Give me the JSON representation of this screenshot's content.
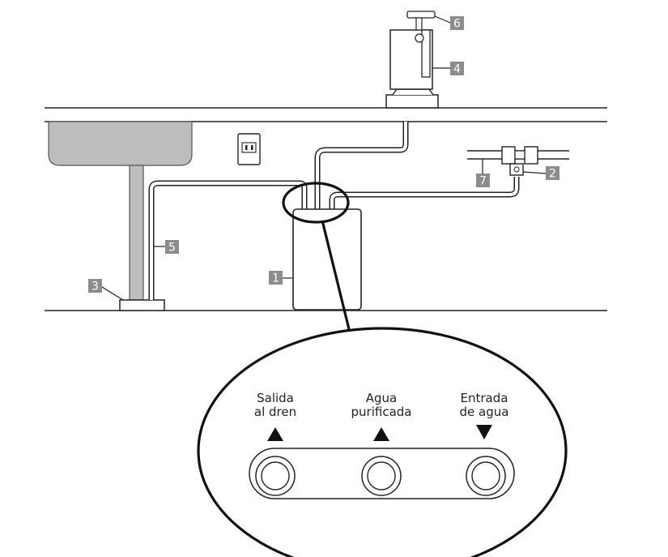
{
  "callouts": {
    "c1": "1",
    "c2": "2",
    "c3": "3",
    "c4": "4",
    "c5": "5",
    "c6": "6",
    "c7": "7"
  },
  "ports": [
    {
      "line1": "Salida",
      "line2": "al dren",
      "arrow": "up"
    },
    {
      "line1": "Agua",
      "line2": "purificada",
      "arrow": "up"
    },
    {
      "line1": "Entrada",
      "line2": "de agua",
      "arrow": "down"
    }
  ],
  "colors": {
    "line": "#222222",
    "badge": "#8c8c8c",
    "sink": "#bdbdbd"
  }
}
